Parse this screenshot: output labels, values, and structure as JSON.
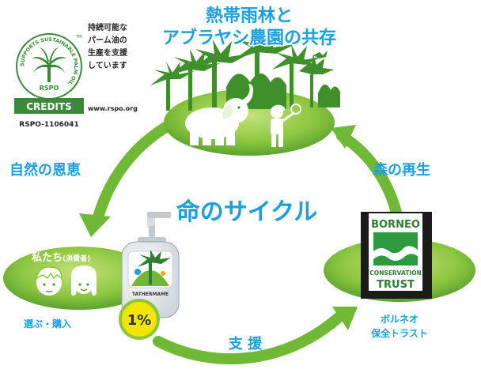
{
  "title": {
    "line1": "熱帯雨林と",
    "line2": "アブラヤシ農園の共存"
  },
  "rspo": {
    "ring_text": "SUPPORTS SUSTAINABLE PALM OIL",
    "tm": "TM",
    "org": "RSPO",
    "credits": "CREDITS",
    "id": "RSPO-1106041",
    "statement": [
      "持続可能な",
      "パーム油の",
      "生産を支援",
      "しています"
    ],
    "url": "www.rspo.org"
  },
  "cycle": {
    "center": "命のサイクル",
    "left_arrow": "自然の恩恵",
    "right_arrow": "森の再生",
    "bottom_arrow": "支 援"
  },
  "us": {
    "title": "私たち",
    "sub": "(消費者)",
    "caption": "選ぶ・購入"
  },
  "product": {
    "label": "TATHERMAME",
    "percent": "1%"
  },
  "partner": {
    "logo_line1": "BORNEO",
    "logo_line2": "CONSERVATION",
    "logo_line3": "TRUST",
    "caption_line1": "ボルネオ",
    "caption_line2": "保全トラスト"
  },
  "colors": {
    "green": "#8cc63f",
    "green_dark": "#3f8f2a",
    "blue": "#1aa0de",
    "leaf_dark": "#2e7d32",
    "gold": "#f2e600",
    "rspo_green": "#3a8a3a"
  }
}
